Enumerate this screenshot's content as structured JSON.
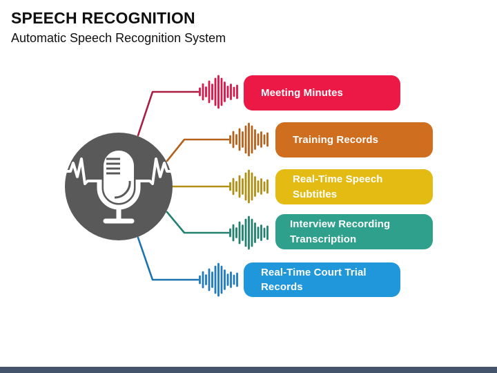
{
  "header": {
    "title": "SPEECH RECOGNITION",
    "subtitle": "Automatic Speech Recognition System",
    "text_color": "#0f0f0f"
  },
  "center_icon": {
    "name": "microphone-with-sound-wave",
    "circle_color": "#595959",
    "glyph_color": "#ffffff"
  },
  "rows": [
    {
      "label": "Meeting Minutes",
      "box_color": "#EC1846",
      "wave_color": "#D8174A",
      "line_color": "#A81D42"
    },
    {
      "label": "Training Records",
      "box_color": "#D06E1F",
      "wave_color": "#B4611C",
      "line_color": "#B4611C"
    },
    {
      "label": "Real-Time Speech Subtitles",
      "box_color": "#E4BB13",
      "wave_color": "#B08F12",
      "line_color": "#B08F12"
    },
    {
      "label": "Interview Recording Transcription",
      "box_color": "#2FA08C",
      "wave_color": "#20816F",
      "line_color": "#20816F"
    },
    {
      "label": "Real-Time Court Trial Records",
      "box_color": "#2097DA",
      "wave_color": "#1E7CBE",
      "line_color": "#1C72AE"
    }
  ],
  "footer": {
    "bar_color": "#44546A"
  }
}
